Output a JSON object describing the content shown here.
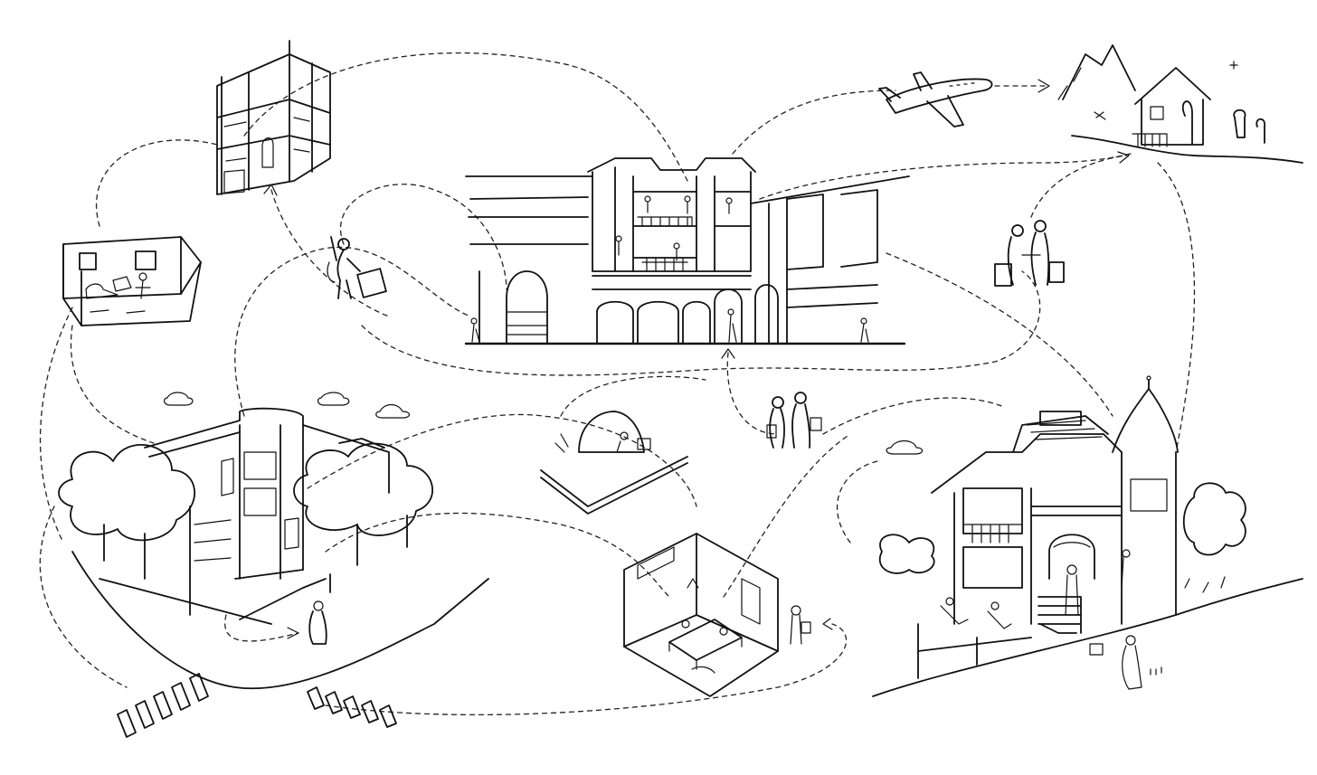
{
  "illustration": {
    "style": "black ink line drawing on white",
    "colors": {
      "ink": "#111111",
      "background": "#ffffff"
    },
    "scenes": [
      {
        "name": "tall-apartment-frame"
      },
      {
        "name": "small-room-with-couple"
      },
      {
        "name": "traveler-with-suitcase"
      },
      {
        "name": "victorian-row-houses"
      },
      {
        "name": "airplane"
      },
      {
        "name": "mountain-cabin"
      },
      {
        "name": "family-with-luggage"
      },
      {
        "name": "corner-apartment-building"
      },
      {
        "name": "street-tent"
      },
      {
        "name": "couple-walking"
      },
      {
        "name": "office-room-cutaway"
      },
      {
        "name": "victorian-mansion"
      },
      {
        "name": "crosswalk"
      }
    ],
    "connector": "dashed-path"
  }
}
